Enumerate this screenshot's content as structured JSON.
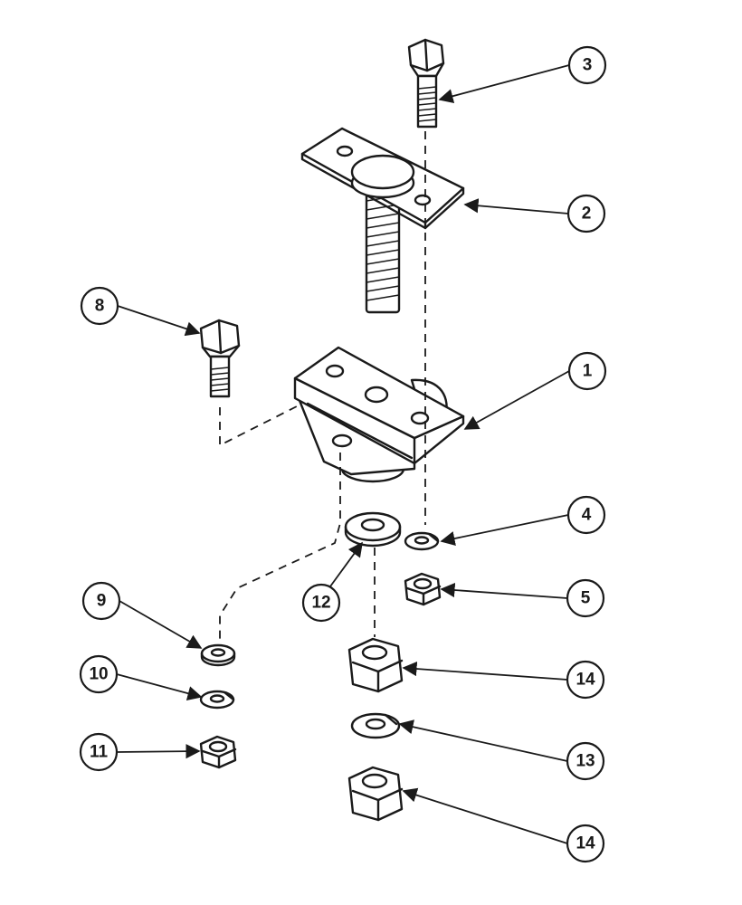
{
  "callouts": [
    {
      "id": "c3",
      "label": "3"
    },
    {
      "id": "c2",
      "label": "2"
    },
    {
      "id": "c8",
      "label": "8"
    },
    {
      "id": "c1",
      "label": "1"
    },
    {
      "id": "c4",
      "label": "4"
    },
    {
      "id": "c5",
      "label": "5"
    },
    {
      "id": "c12",
      "label": "12"
    },
    {
      "id": "c9",
      "label": "9"
    },
    {
      "id": "c14a",
      "label": "14"
    },
    {
      "id": "c10",
      "label": "10"
    },
    {
      "id": "c13",
      "label": "13"
    },
    {
      "id": "c11",
      "label": "11"
    },
    {
      "id": "c14b",
      "label": "14"
    }
  ]
}
